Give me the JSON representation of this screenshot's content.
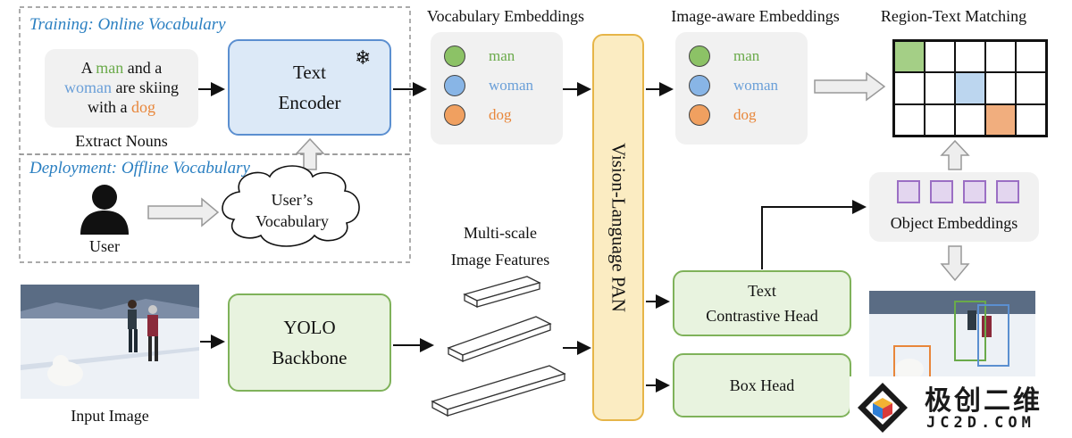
{
  "sections": {
    "training": "Training: Online Vocabulary",
    "deployment": "Deployment: Offline Vocabulary"
  },
  "caption": {
    "line1_a": "A ",
    "line1_man": "man",
    "line1_b": " and a",
    "line2_woman": "woman",
    "line2_b": " are skiing",
    "line3_a": "with a ",
    "line3_dog": "dog"
  },
  "labels": {
    "extract_nouns": "Extract Nouns",
    "text_encoder_1": "Text",
    "text_encoder_2": "Encoder",
    "user": "User",
    "users_vocab_1": "User’s",
    "users_vocab_2": "Vocabulary",
    "vocab_embeddings": "Vocabulary Embeddings",
    "image_aware": "Image-aware Embeddings",
    "region_text": "Region-Text Matching",
    "multi_scale_1": "Multi-scale",
    "multi_scale_2": "Image Features",
    "pan": "Vision-Language PAN",
    "yolo_1": "YOLO",
    "yolo_2": "Backbone",
    "input_image": "Input Image",
    "text_head_1": "Text",
    "text_head_2": "Contrastive Head",
    "box_head": "Box Head",
    "object_embeddings": "Object Embeddings"
  },
  "vocab": [
    "man",
    "woman",
    "dog"
  ],
  "watermark": {
    "cn": "极创二维",
    "en": "JC2D.COM"
  },
  "colors": {
    "man": "#6aaa4a",
    "woman": "#6a9fd8",
    "dog": "#e8863a"
  }
}
